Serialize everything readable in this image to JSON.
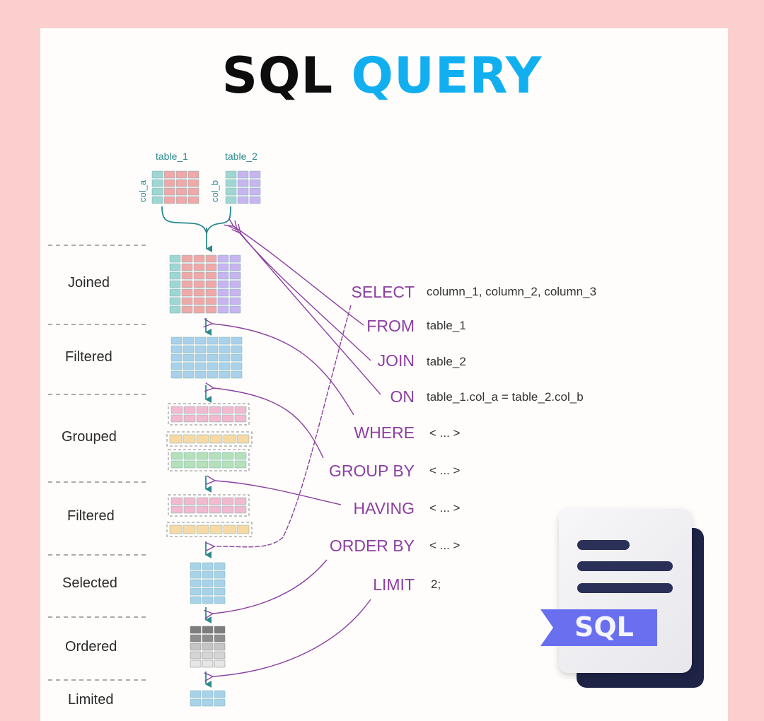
{
  "title": {
    "part1": "SQL",
    "part2": "QUERY"
  },
  "colors": {
    "frame": "#fccfcf",
    "card": "#fffdfb",
    "title_dark": "#0d0d0d",
    "title_accent": "#12aff0",
    "keyword": "#8b3fa0",
    "arrow_teal": "#2a8a8f",
    "teal_cell": "#9fd6d2",
    "red_cell": "#f0a8a8",
    "purple_cell": "#c8b4ee",
    "blue_cell": "#a9d2ea",
    "pink_cell": "#f3b9cf",
    "yellow_cell": "#f8d9a6",
    "green_cell": "#b5e0b9",
    "gray_dark": "#8a8a8a",
    "gray_light": "#dcdcdc"
  },
  "source_tables": {
    "table_1": "table_1",
    "table_2": "table_2",
    "col_a": "col_a",
    "col_b": "col_b"
  },
  "stages": [
    {
      "label": "Joined"
    },
    {
      "label": "Filtered"
    },
    {
      "label": "Grouped"
    },
    {
      "label": "Filtered"
    },
    {
      "label": "Selected"
    },
    {
      "label": "Ordered"
    },
    {
      "label": "Limited"
    }
  ],
  "clauses": [
    {
      "keyword": "SELECT",
      "argument": "column_1, column_2, column_3"
    },
    {
      "keyword": "FROM",
      "argument": "table_1"
    },
    {
      "keyword": "JOIN",
      "argument": "table_2"
    },
    {
      "keyword": "ON",
      "argument": "table_1.col_a = table_2.col_b"
    },
    {
      "keyword": "WHERE",
      "argument": "< ... >"
    },
    {
      "keyword": "GROUP BY",
      "argument": "< ... >"
    },
    {
      "keyword": "HAVING",
      "argument": "< ... >"
    },
    {
      "keyword": "ORDER BY",
      "argument": "< ... >"
    },
    {
      "keyword": "LIMIT",
      "argument": "2;"
    }
  ],
  "icon": {
    "name": "sql-file-icon",
    "tag": "SQL"
  }
}
